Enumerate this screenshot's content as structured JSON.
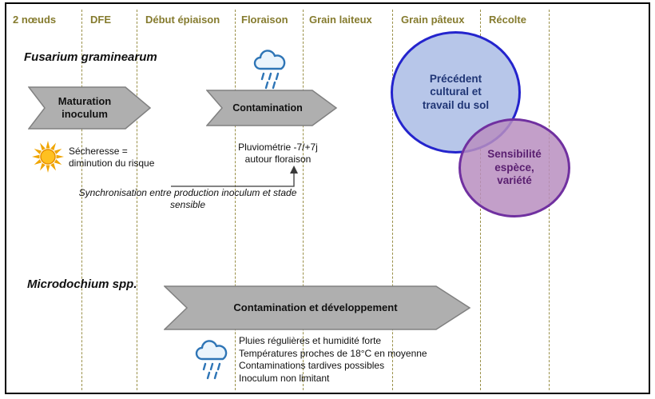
{
  "stages": [
    "2 nœuds",
    "DFE",
    "Début épiaison",
    "Floraison",
    "Grain laiteux",
    "Grain pâteux",
    "Récolte"
  ],
  "fusarium": {
    "title": "Fusarium graminearum",
    "maturation_arrow": "Maturation inoculum",
    "contamination_arrow": "Contamination",
    "drought_line1": "Sécheresse =",
    "drought_line2": "diminution du risque",
    "rain_line1": "Pluviométrie -7/+7j",
    "rain_line2": "autour floraison",
    "sync_note": "Synchronisation entre production inoculum et stade sensible"
  },
  "factors": {
    "previous_crop": "Précédent cultural et travail du sol",
    "variety": "Sensibilité espèce, variété"
  },
  "microdochium": {
    "title": "Microdochium spp.",
    "arrow": "Contamination et développement",
    "notes": [
      "Pluies régulières et humidité forte",
      "Températures proches de 18°C en moyenne",
      "Contaminations tardives possibles",
      "Inoculum non limitant"
    ]
  },
  "icons": {
    "drought": "sun-icon",
    "rain": "rain-cloud-icon",
    "pointer": "up-arrow-icon"
  },
  "colors": {
    "stage_label": "#857b2e",
    "dashed_line": "#9a9048",
    "arrow_fill": "#afafaf",
    "arrow_border": "#808080",
    "cloud_blue": "#2e75b6",
    "sun_orange": "#f0a500",
    "blue_ellipse_fill": "#b7c6e9",
    "blue_ellipse_border": "#2424cd",
    "blue_ellipse_text": "#1f3575",
    "purple_ellipse_fill": "#b98ec0",
    "purple_ellipse_border": "#7030a0",
    "purple_ellipse_text": "#5a1f70"
  }
}
